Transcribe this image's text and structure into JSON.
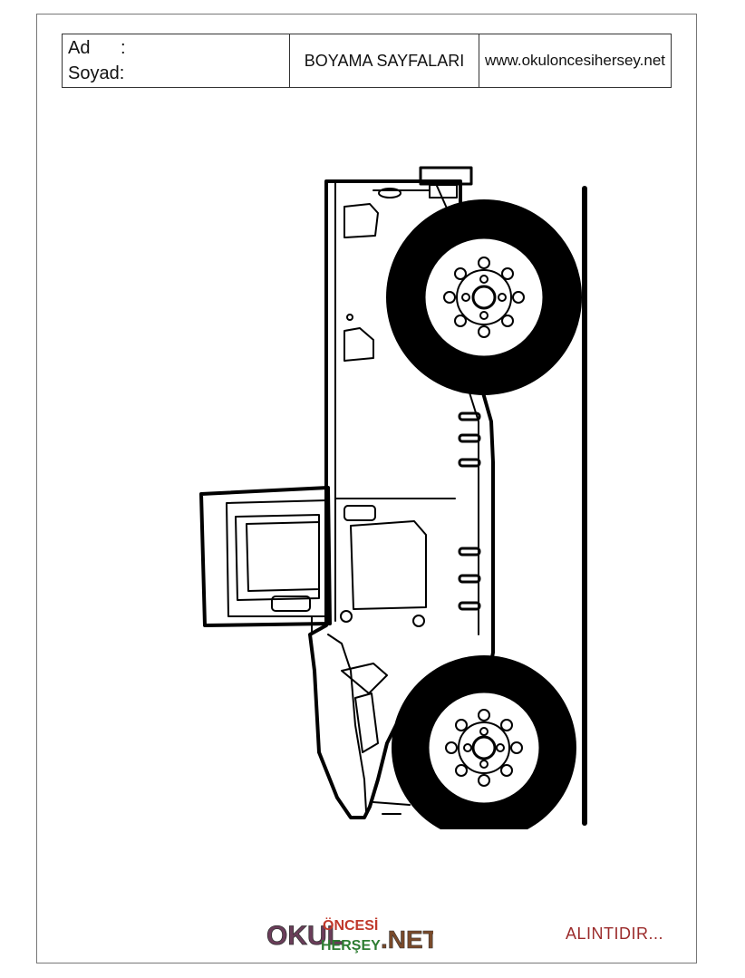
{
  "header": {
    "name_label": "Ad",
    "name_colon": ":",
    "surname_label": "Soyad:",
    "title": "BOYAMA SAYFALARI",
    "website": "www.okuloncesihersey.net"
  },
  "footer": {
    "logo": {
      "okul": "OKUL",
      "oncesi": "ÖNCESİ",
      "hersey": "HERŞEY",
      "net": ".NET"
    },
    "credit": "ALINTIDIR..."
  },
  "icons": {
    "drawing": "jeep-coloring-outline-icon"
  }
}
